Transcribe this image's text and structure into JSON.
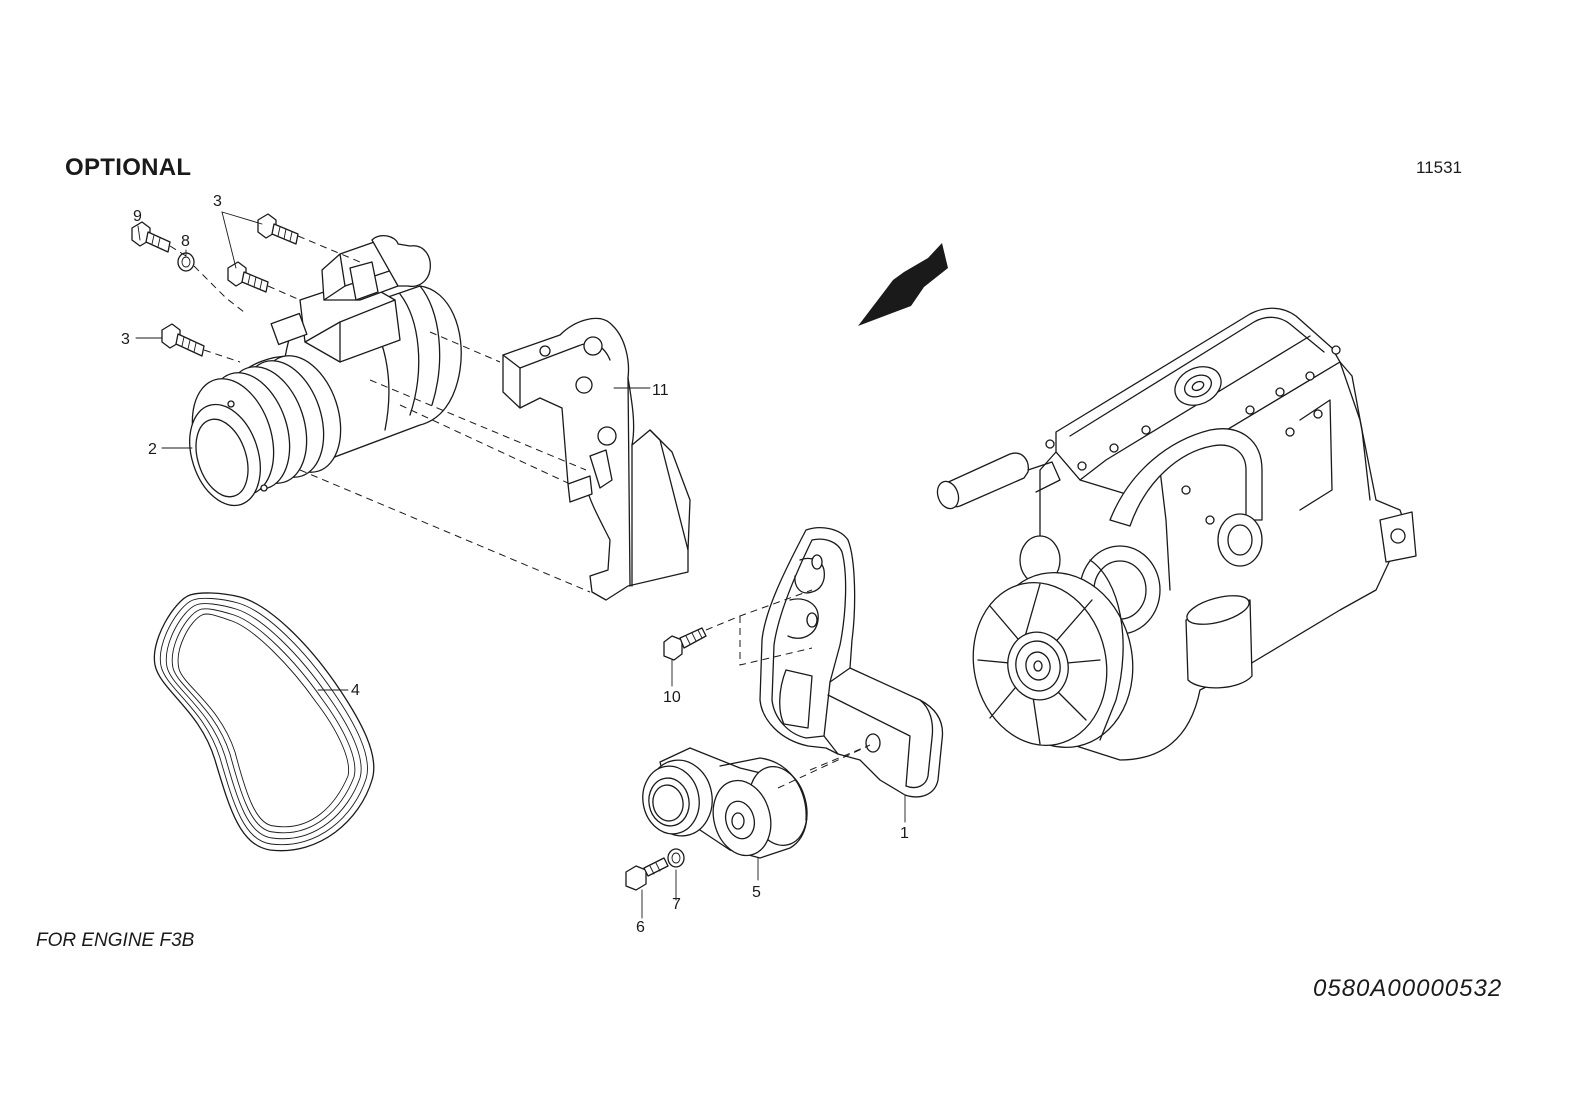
{
  "header": {
    "title": "OPTIONAL",
    "figure_number": "11531"
  },
  "footer": {
    "engine_note": "FOR ENGINE F3B",
    "document_code": "0580A00000532"
  },
  "callouts": [
    {
      "id": "c1",
      "label": "1"
    },
    {
      "id": "c2",
      "label": "2"
    },
    {
      "id": "c3a",
      "label": "3"
    },
    {
      "id": "c3b",
      "label": "3"
    },
    {
      "id": "c4",
      "label": "4"
    },
    {
      "id": "c5",
      "label": "5"
    },
    {
      "id": "c6",
      "label": "6"
    },
    {
      "id": "c7",
      "label": "7"
    },
    {
      "id": "c8",
      "label": "8"
    },
    {
      "id": "c9",
      "label": "9"
    },
    {
      "id": "c10",
      "label": "10"
    },
    {
      "id": "c11",
      "label": "11"
    }
  ]
}
